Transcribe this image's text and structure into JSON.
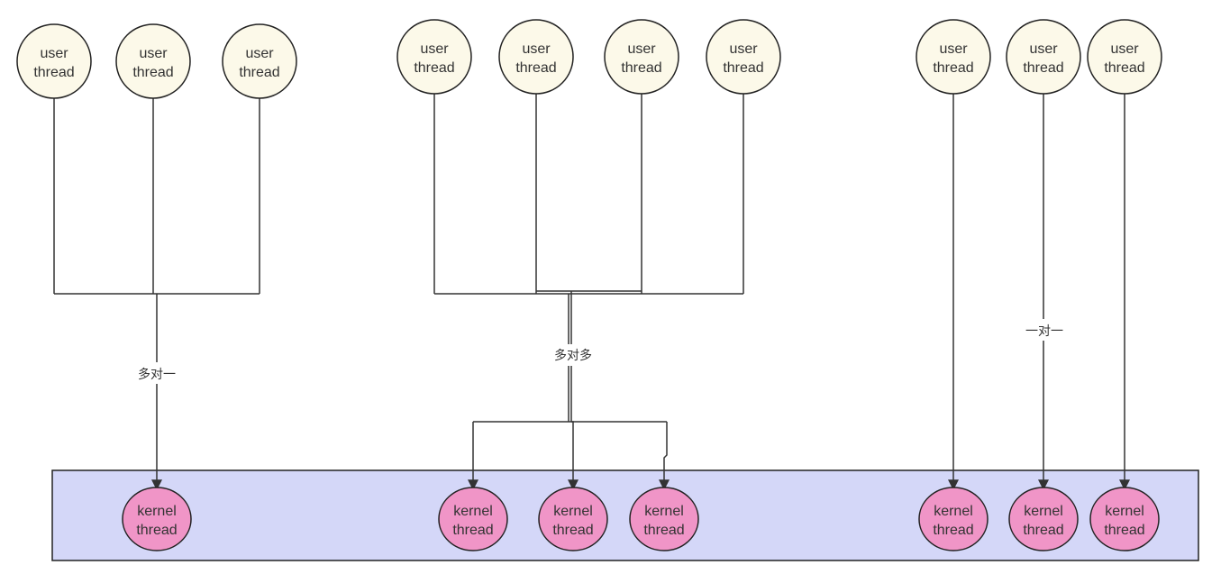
{
  "colors": {
    "user_fill": "#fcf9e9",
    "kernel_fill": "#f095c7",
    "kernel_space_fill": "#d4d7f8",
    "stroke": "#222222",
    "line": "#333333"
  },
  "user_thread_line1": "user",
  "user_thread_line2": "thread",
  "kernel_thread_line1": "kernel",
  "kernel_thread_line2": "thread",
  "models": [
    {
      "id": "many-to-one",
      "label": "多对一",
      "user_thread_count": 3,
      "kernel_thread_count": 1
    },
    {
      "id": "many-to-many",
      "label": "多对多",
      "user_thread_count": 4,
      "kernel_thread_count": 3
    },
    {
      "id": "one-to-one",
      "label": "一对一",
      "user_thread_count": 3,
      "kernel_thread_count": 3
    }
  ]
}
